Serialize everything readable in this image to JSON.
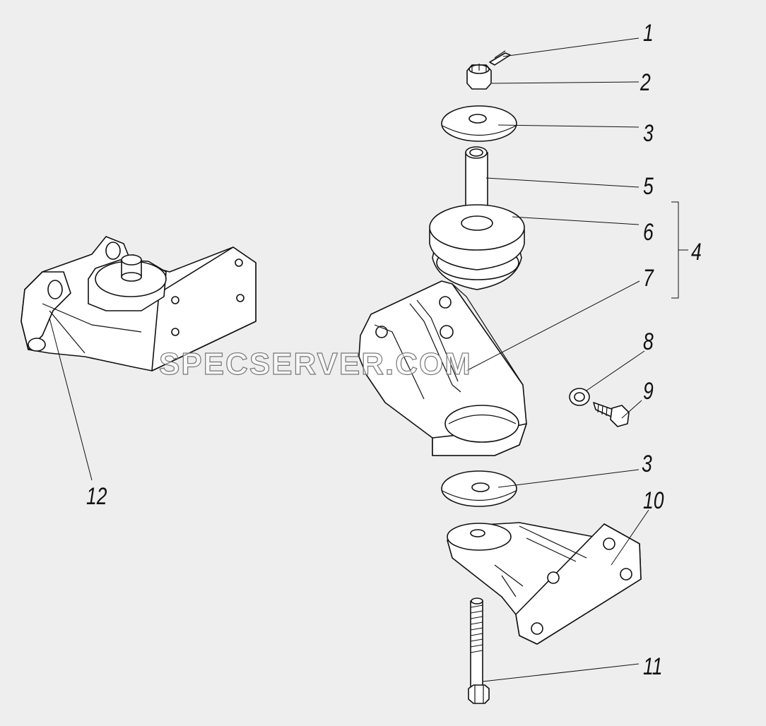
{
  "watermark": "SPECSERVER.COM",
  "callouts": {
    "c1": "1",
    "c2": "2",
    "c3a": "3",
    "c5": "5",
    "c6": "6",
    "c4": "4",
    "c7": "7",
    "c8": "8",
    "c9": "9",
    "c3b": "3",
    "c10": "10",
    "c11": "11",
    "c12": "12"
  },
  "parts": {
    "cotter_pin": "cotter-pin",
    "castle_nut": "castle-nut",
    "washer_top": "washer",
    "sleeve": "sleeve",
    "rubber_cushion": "rubber-cushion",
    "bracket": "bracket",
    "spring_washer": "spring-washer",
    "bolt_small": "bolt",
    "washer_bottom": "washer",
    "lower_bracket": "lower-bracket",
    "long_bolt": "long-bolt",
    "assembled_mount": "assembled-mount"
  }
}
